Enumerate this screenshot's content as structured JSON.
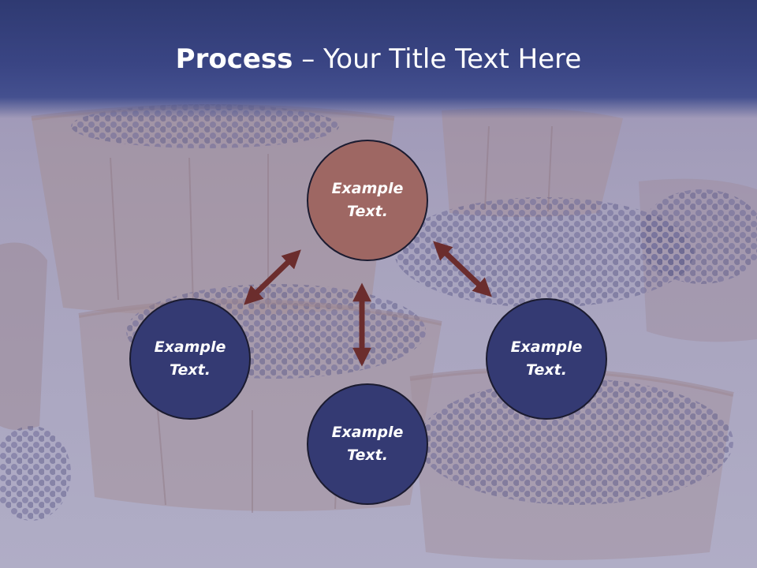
{
  "title": {
    "bold": "Process",
    "separator": " – ",
    "rest": "Your Title Text Here"
  },
  "nodes": [
    {
      "id": "top",
      "line1": "Example",
      "line2": "Text.",
      "color": "#9e6763"
    },
    {
      "id": "left",
      "line1": "Example",
      "line2": "Text.",
      "color": "#343a73"
    },
    {
      "id": "right",
      "line1": "Example",
      "line2": "Text.",
      "color": "#343a73"
    },
    {
      "id": "bottom",
      "line1": "Example",
      "line2": "Text.",
      "color": "#343a73"
    }
  ],
  "colors": {
    "arrow": "#6b2d2d",
    "header": "#3a4584"
  }
}
